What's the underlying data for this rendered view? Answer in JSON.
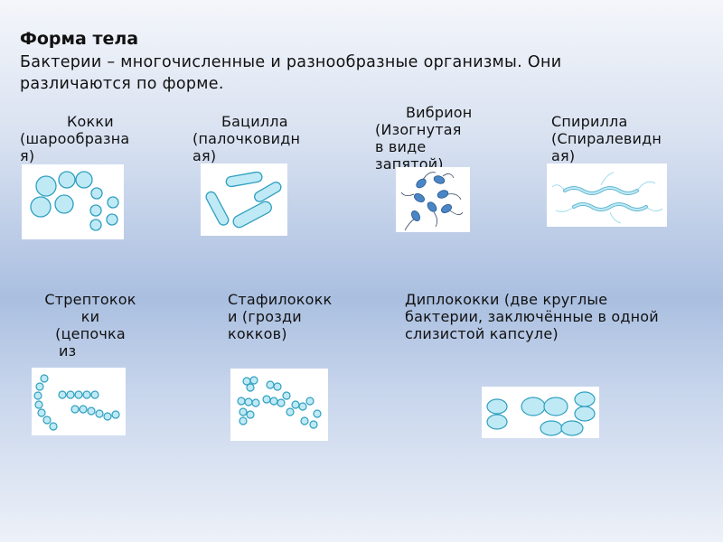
{
  "heading": "Форма тела",
  "intro": "Бактерии – многочисленные и разнообразные организмы. Они различаются по форме.",
  "types": {
    "cocci": {
      "lines": [
        "Кокки",
        "(шарообразна",
        "я)"
      ]
    },
    "bacillus": {
      "lines": [
        "Бацилла",
        "(палочковидн",
        "ая)"
      ]
    },
    "vibrio": {
      "lines": [
        "Вибрион",
        "(Изогнутая",
        "в виде",
        "запятой)"
      ]
    },
    "spirillum": {
      "lines": [
        "Спирилла",
        "(Спиралевидн",
        "ая)"
      ]
    },
    "streptococcus": {
      "lines": [
        "Стрептокок",
        "ки",
        "(цепочка",
        "из"
      ]
    },
    "staphylococcus": {
      "lines": [
        "Стафилококк",
        "и (грозди",
        "кокков)"
      ]
    },
    "diplococcus": {
      "lines": [
        "Диплококки (две круглые",
        "бактерии, заключённые в одной",
        "слизистой капсуле)"
      ]
    }
  },
  "colors": {
    "cell_fill": "#bfeaf5",
    "cell_stroke": "#2f9fc0",
    "vibrio_fill": "#4a86c6"
  }
}
